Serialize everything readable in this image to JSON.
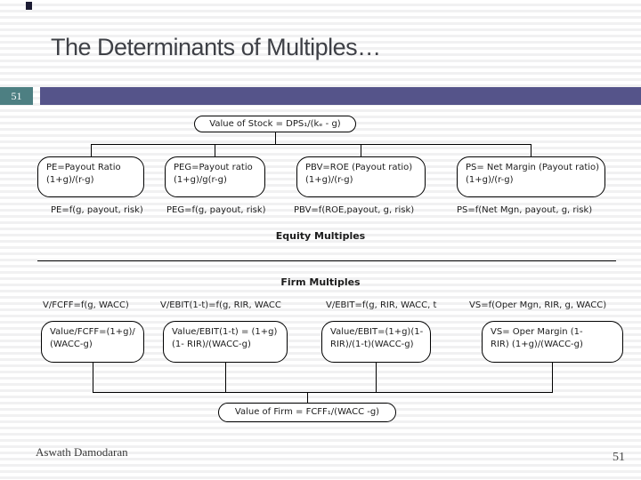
{
  "slide": {
    "title": "The Determinants of Multiples…",
    "slide_number_badge": "51",
    "footer_author": "Aswath Damodaran",
    "footer_page": "51"
  },
  "colors": {
    "badge_teal": "#4d7f82",
    "header_purple": "#55548a",
    "title_gray": "#3e4046"
  },
  "diagram": {
    "root": "Value of Stock = DPS₁/(kₑ - g)",
    "equity": {
      "label": "Equity Multiples",
      "ovals": [
        {
          "line1": "PE=Payout Ratio",
          "line2": "(1+g)/(r-g)"
        },
        {
          "line1": "PEG=Payout ratio",
          "line2": "(1+g)/g(r-g)"
        },
        {
          "line1": "PBV=ROE (Payout ratio)",
          "line2": "(1+g)/(r-g)"
        },
        {
          "line1": "PS= Net Margin (Payout ratio)",
          "line2": "(1+g)/(r-g)"
        }
      ],
      "functions": [
        "PE=f(g, payout, risk)",
        "PEG=f(g, payout, risk)",
        "PBV=f(ROE,payout, g, risk)",
        "PS=f(Net Mgn, payout, g, risk)"
      ]
    },
    "firm": {
      "label": "Firm Multiples",
      "functions": [
        "V/FCFF=f(g, WACC)",
        "V/EBIT(1-t)=f(g, RIR, WACC",
        "V/EBIT=f(g, RIR, WACC, t",
        "VS=f(Oper Mgn, RIR, g, WACC)"
      ],
      "ovals": [
        {
          "line1": "Value/FCFF=(1+g)/",
          "line2": "(WACC-g)"
        },
        {
          "line1": "Value/EBIT(1-t) = (1+g)",
          "line2": "(1- RIR)/(WACC-g)"
        },
        {
          "line1": "Value/EBIT=(1+g)(1-",
          "line2": "RIR)/(1-t)(WACC-g)"
        },
        {
          "line1": "VS= Oper Margin (1-",
          "line2": "RIR) (1+g)/(WACC-g)"
        }
      ],
      "root": "Value of Firm = FCFF₁/(WACC -g)"
    }
  }
}
